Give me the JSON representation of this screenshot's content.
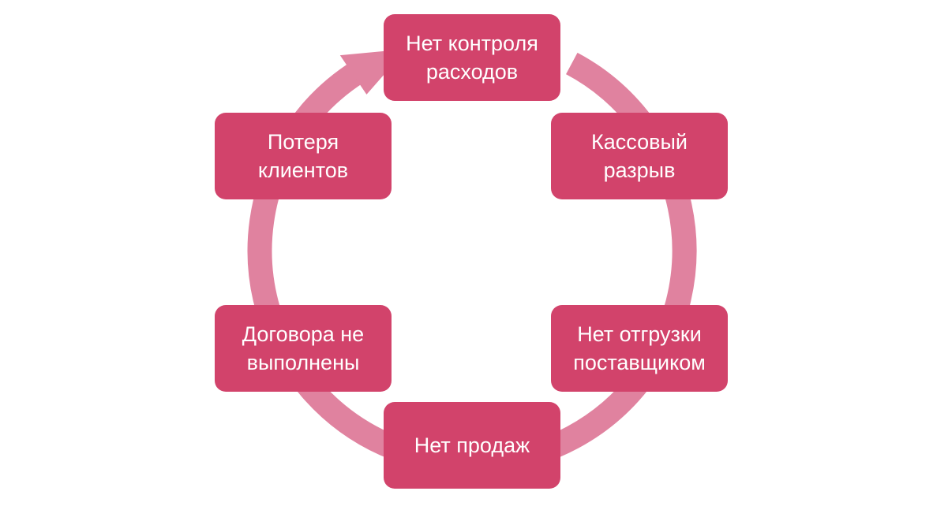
{
  "colors": {
    "ring": "#e0829f",
    "node_fill": "#d2436b",
    "text": "#ffffff",
    "background": "#ffffff"
  },
  "cycle": {
    "direction": "clockwise",
    "nodes": [
      {
        "label": "Нет контроля\nрасходов"
      },
      {
        "label": "Кассовый\nразрыв"
      },
      {
        "label": "Нет отгрузки\nпоставщиком"
      },
      {
        "label": "Нет продаж"
      },
      {
        "label": "Договора не\nвыполнены"
      },
      {
        "label": "Потеря\nклиентов"
      }
    ]
  }
}
